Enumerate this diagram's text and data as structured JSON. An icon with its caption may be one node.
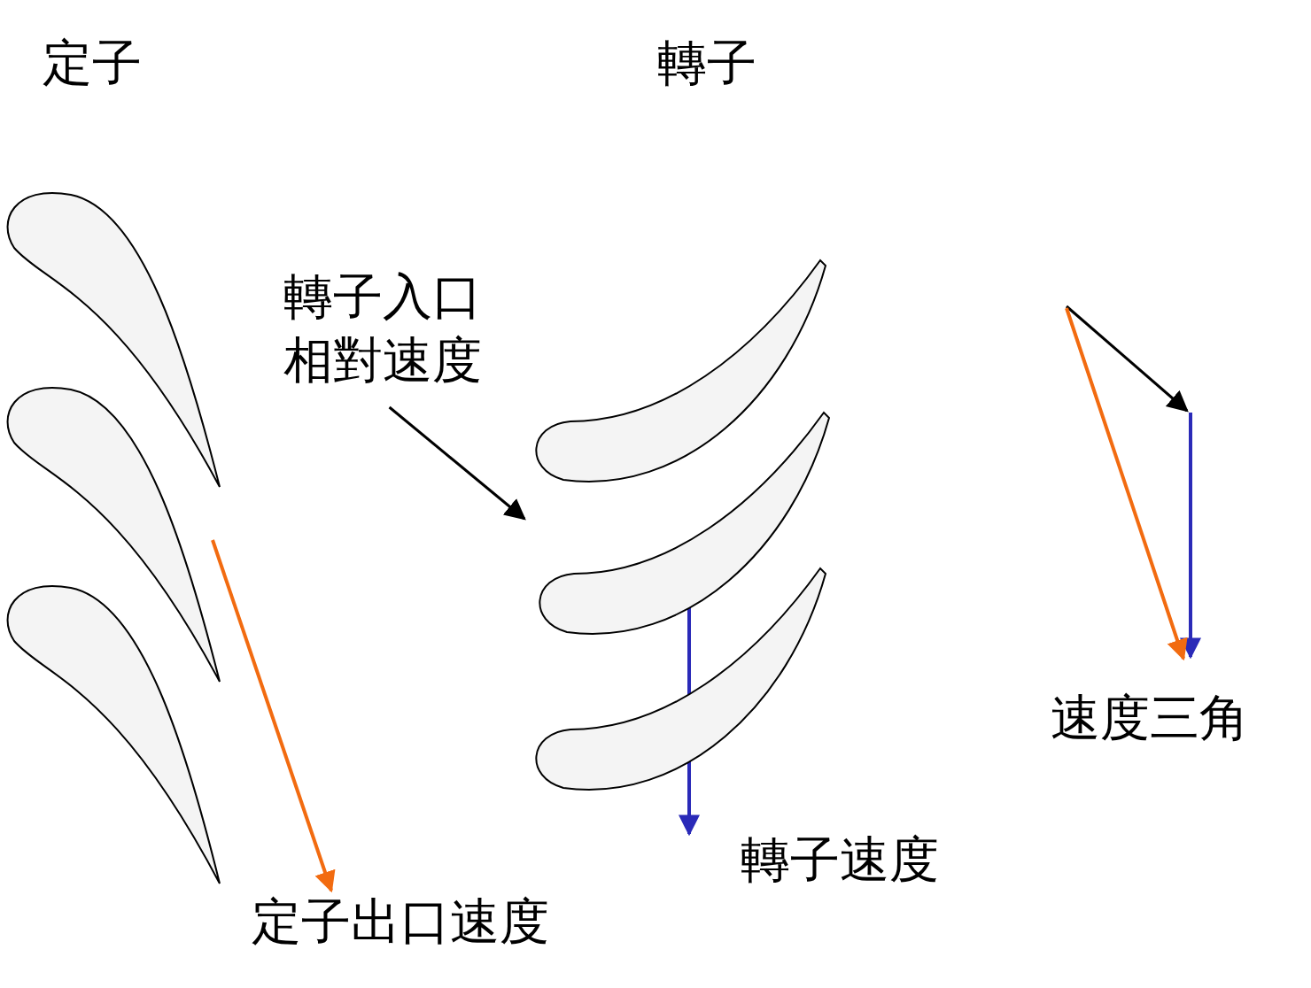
{
  "diagram": {
    "nodes": [
      {
        "text": [
          "轉子入口相對速度"
        ]
      },
      {
        "text": [
          "定子出口速度"
        ]
      },
      {
        "text": [],
        "shape": "picture"
      }
    ],
    "edges": [
      {
        "from": 0,
        "to": 2,
        "arrow": "to"
      },
      {
        "from": null,
        "to": 1,
        "arrow": "to",
        "color": "#f26b10"
      }
    ],
    "labels": [
      "定子",
      "轉子",
      "速度三角",
      "轉子速度"
    ]
  }
}
